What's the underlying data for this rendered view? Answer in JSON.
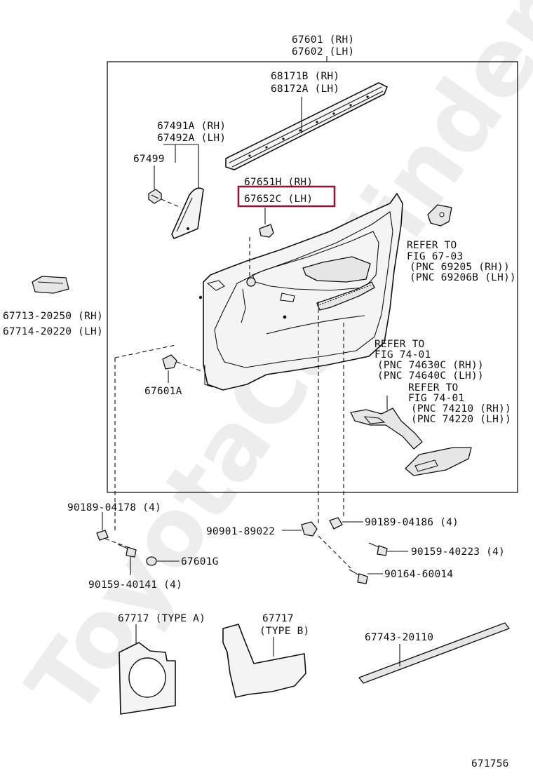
{
  "watermark": "ToyotaCarFinder.ru",
  "highlight_color": "#8b1a3a",
  "diagram_id": "671756",
  "labels": {
    "board_rh": "67601 (RH)",
    "board_lh": "67602 (LH)",
    "weatherstrip_rh": "68171B (RH)",
    "weatherstrip_lh": "68172A (LH)",
    "cover_rh": "67491A (RH)",
    "cover_lh": "67492A (LH)",
    "clip_67499": "67499",
    "pad_rh": "67651H (RH)",
    "pad_lh": "67652C (LH)",
    "refer_1_l1": "REFER TO",
    "refer_1_l2": "FIG 67-03",
    "refer_1_l3": "(PNC 69205  (RH))",
    "refer_1_l4": "(PNC 69206B (LH))",
    "handle_rh": "67713-20250 (RH)",
    "handle_lh": "67714-20220 (LH)",
    "clip_67601a": "67601A",
    "refer_2_l1": "REFER TO",
    "refer_2_l2": "FIG 74-01",
    "refer_2_l3": "(PNC 74630C (RH))",
    "refer_2_l4": "(PNC 74640C (LH))",
    "refer_3_l1": "REFER TO",
    "refer_3_l2": "FIG 74-01",
    "refer_3_l3": "(PNC 74210  (RH))",
    "refer_3_l4": "(PNC 74220  (LH))",
    "clip_90189_04178": "90189-04178 (4)",
    "clip_90901_89022": "90901-89022",
    "clip_90189_04186": "90189-04186 (4)",
    "screw_90159_40223": "90159-40223 (4)",
    "screw_90164_60014": "90164-60014",
    "clip_67601g": "67601G",
    "screw_90159_40141": "90159-40141 (4)",
    "cover_type_a": "67717 (TYPE  A)",
    "cover_type_b_num": "67717",
    "cover_type_b_type": "(TYPE  B)",
    "seal_67743": "67743-20110"
  }
}
